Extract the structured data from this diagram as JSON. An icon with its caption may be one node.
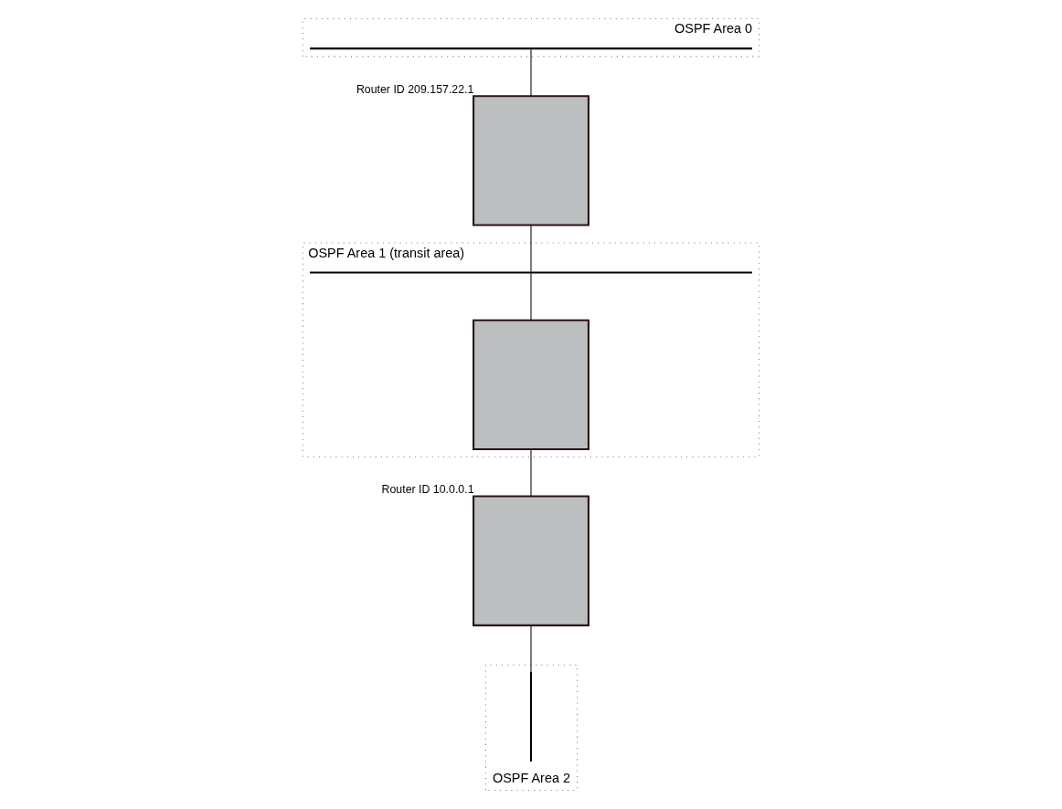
{
  "diagram": {
    "nodes": [
      {
        "text": [
          "OSPF Area 0"
        ]
      },
      {
        "text": [
          "OSPF Area 1 (transit area)"
        ]
      },
      {
        "text": [
          "OSPF Area 2"
        ]
      },
      {
        "text": [],
        "shape": "bar",
        "in": 0
      },
      {
        "text": [],
        "shape": "box",
        "beside": [
          "Router ID 209.157.22.1"
        ]
      },
      {
        "text": [],
        "shape": "bar",
        "in": 1
      },
      {
        "text": [],
        "shape": "box",
        "in": 1
      },
      {
        "text": [],
        "shape": "box",
        "beside": [
          "Router ID 10.0.0.1"
        ]
      },
      {
        "text": [],
        "shape": "bar",
        "in": 2
      }
    ],
    "edges": [
      {
        "from": 3,
        "to": 4,
        "arrow": "none"
      },
      {
        "from": 4,
        "to": 5,
        "arrow": "none"
      },
      {
        "from": 5,
        "to": 6,
        "arrow": "none"
      },
      {
        "from": 6,
        "to": 7,
        "arrow": "none"
      },
      {
        "from": 7,
        "to": 8,
        "arrow": "none"
      }
    ]
  }
}
